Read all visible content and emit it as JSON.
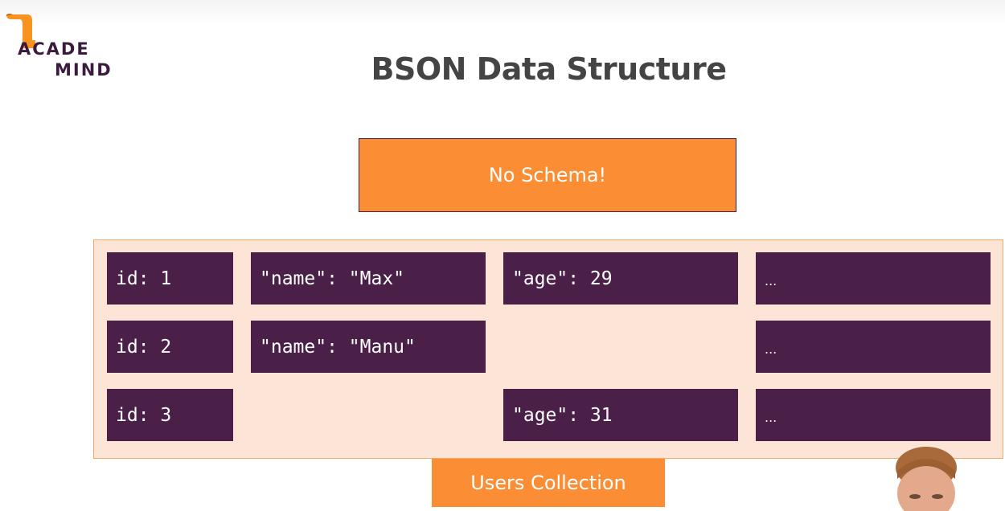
{
  "logo": {
    "line1": "ACADE",
    "line2": "MIND",
    "brand_color": "#3b1a3e",
    "accent_color": "#f7931e"
  },
  "title": "BSON Data Structure",
  "banner": {
    "label": "No Schema!",
    "color": "#fb8e35"
  },
  "collection": {
    "rows": [
      {
        "id": "id: 1",
        "name": "\"name\": \"Max\"",
        "age": "\"age\": 29",
        "more": "..."
      },
      {
        "id": "id: 2",
        "name": "\"name\": \"Manu\"",
        "age": "",
        "more": "..."
      },
      {
        "id": "id: 3",
        "name": "",
        "age": "\"age\": 31",
        "more": "..."
      }
    ],
    "cell_color": "#4a1f48",
    "panel_color": "#fce4d6"
  },
  "footer_label": "Users Collection",
  "presenter": {
    "icon": "presenter-webcam-icon"
  }
}
